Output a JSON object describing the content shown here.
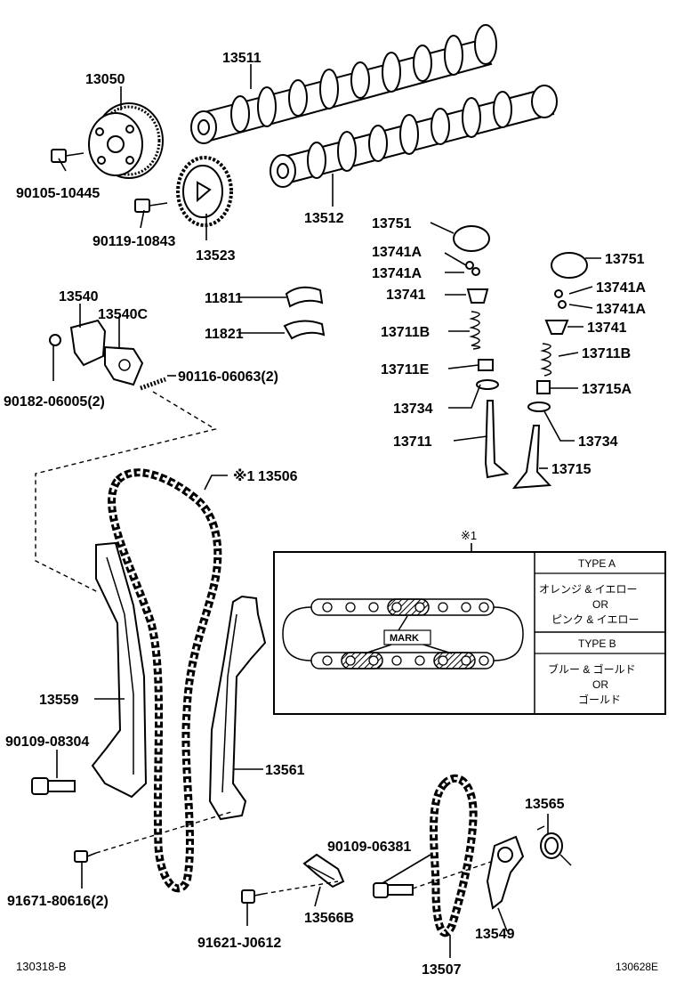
{
  "parts": {
    "p13050": "13050",
    "p13511": "13511",
    "p13512": "13512",
    "p13523": "13523",
    "p90105": "90105-10445",
    "p90119": "90119-10843",
    "p13751_l": "13751",
    "p13741A_l1": "13741A",
    "p13741A_l2": "13741A",
    "p13741_l": "13741",
    "p13711B_l": "13711B",
    "p13711E": "13711E",
    "p13734_l": "13734",
    "p13711": "13711",
    "p13751_r": "13751",
    "p13741A_r1": "13741A",
    "p13741A_r2": "13741A",
    "p13741_r": "13741",
    "p13711B_r": "13711B",
    "p13715A": "13715A",
    "p13734_r": "13734",
    "p13715": "13715",
    "p13540": "13540",
    "p13540C": "13540C",
    "p11811": "11811",
    "p11821": "11821",
    "p90182": "90182-06005(2)",
    "p90116": "90116-06063(2)",
    "p13506": "13506",
    "p13506_ref": "※1",
    "p13559": "13559",
    "p90109_08304": "90109-08304",
    "p13561": "13561",
    "p91671": "91671-80616(2)",
    "p13565": "13565",
    "p90109_06381": "90109-06381",
    "p13566B": "13566B",
    "p91621": "91621-J0612",
    "p13549": "13549",
    "p13507": "13507"
  },
  "inset": {
    "ref": "※1",
    "mark_label": "MARK",
    "type_a_header": "TYPE A",
    "type_a_line1": "オレンジ & イエロー",
    "type_a_or": "OR",
    "type_a_line2": "ピンク & イエロー",
    "type_b_header": "TYPE B",
    "type_b_line1": "ブルー & ゴールド",
    "type_b_or": "OR",
    "type_b_line2": "ゴールド"
  },
  "footer": {
    "left_code": "130318-B",
    "right_code": "130628E"
  }
}
